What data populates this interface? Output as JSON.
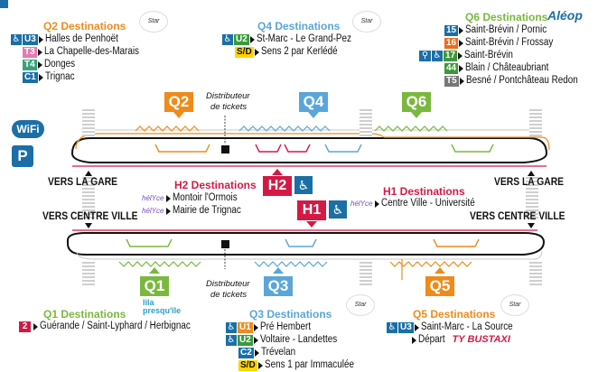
{
  "colors": {
    "orange": "#ee8b1b",
    "blue": "#5aa6d9",
    "green": "#7ab83e",
    "red": "#d41945",
    "navy": "#1b6fa6",
    "pink": "#e87ab0"
  },
  "icons": [
    "wifi-icon",
    "parking-icon",
    "wheelchair-icon",
    "arrow-right-icon",
    "ticket-machine-icon"
  ],
  "q2": {
    "title": "Q2 Destinations",
    "logo": "Star",
    "label": "Q2",
    "items": [
      {
        "badges": [
          "U3"
        ],
        "accessible": true,
        "text": "Halles de Penhoët"
      },
      {
        "badges": [
          "T3"
        ],
        "accessible": false,
        "text": "La Chapelle-des-Marais"
      },
      {
        "badges": [
          "T4"
        ],
        "accessible": false,
        "text": "Donges"
      },
      {
        "badges": [
          "C1"
        ],
        "accessible": false,
        "text": "Trignac"
      }
    ]
  },
  "q4": {
    "title": "Q4 Destinations",
    "logo": "Star",
    "label": "Q4",
    "items": [
      {
        "badges": [
          "U2"
        ],
        "accessible": true,
        "text": "St-Marc - Le Grand-Pez"
      },
      {
        "badges": [
          "S/D"
        ],
        "accessible": false,
        "text": "Sens 2 par Kerlédé"
      }
    ]
  },
  "q6": {
    "title": "Q6 Destinations",
    "logo": "Aléop",
    "label": "Q6",
    "items": [
      {
        "badges": [
          "15"
        ],
        "accessible": false,
        "text": "Saint-Brévin / Pornic"
      },
      {
        "badges": [
          "16"
        ],
        "accessible": false,
        "text": "Saint-Brévin / Frossay"
      },
      {
        "badges": [
          "17"
        ],
        "accessible": true,
        "bike": true,
        "text": "Saint-Brévin"
      },
      {
        "badges": [
          "44"
        ],
        "accessible": false,
        "text": "Blain / Châteaubriant"
      },
      {
        "badges": [
          "T5"
        ],
        "accessible": false,
        "text": "Besné / Pontchâteau Redon"
      }
    ]
  },
  "distributor_top": [
    "Distributeur",
    "de tickets"
  ],
  "distributor_bottom": [
    "Distributeur",
    "de tickets"
  ],
  "h2": {
    "title": "H2 Destinations",
    "label": "H2",
    "items": [
      {
        "logo": "hélYce",
        "text": "Montoir l'Ormois"
      },
      {
        "logo": "hélYce",
        "text": "Mairie de Trignac"
      }
    ]
  },
  "h1": {
    "title": "H1 Destinations",
    "label": "H1",
    "items": [
      {
        "logo": "hélYce",
        "text": "Centre Ville - Université"
      }
    ]
  },
  "left_signs": {
    "gare": "VERS LA GARE",
    "centre": "VERS CENTRE VILLE"
  },
  "right_signs": {
    "gare": "VERS LA GARE",
    "centre": "VERS CENTRE VILLE"
  },
  "q1": {
    "title": "Q1 Destinations",
    "logo": "lila presqu'île",
    "label": "Q1",
    "items": [
      {
        "badges": [
          "2"
        ],
        "accessible": false,
        "text": "Guérande / Saint-Lyphard / Herbignac"
      }
    ]
  },
  "q3": {
    "title": "Q3 Destinations",
    "logo": "Star",
    "label": "Q3",
    "items": [
      {
        "badges": [
          "U1"
        ],
        "accessible": true,
        "text": "Pré Hembert"
      },
      {
        "badges": [
          "U2"
        ],
        "accessible": true,
        "text": "Voltaire - Landettes"
      },
      {
        "badges": [
          "C2"
        ],
        "accessible": false,
        "text": "Trévelan"
      },
      {
        "badges": [
          "S/D"
        ],
        "accessible": false,
        "text": "Sens 1 par Immaculée"
      }
    ]
  },
  "q5": {
    "title": "Q5 Destinations",
    "logo": "Star",
    "label": "Q5",
    "items": [
      {
        "badges": [
          "U3"
        ],
        "accessible": true,
        "text": "Saint-Marc - La Source"
      },
      {
        "badges": [],
        "accessible": false,
        "text": "Départ",
        "extra": "TY BUSTAXI"
      }
    ]
  }
}
